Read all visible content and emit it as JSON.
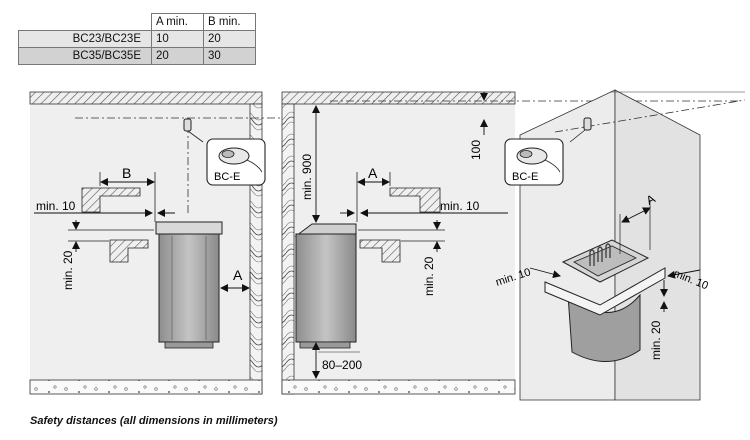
{
  "table": {
    "headers": [
      "A min.",
      "B min."
    ],
    "rows": [
      {
        "model": "BC23/BC23E",
        "a": "10",
        "b": "20"
      },
      {
        "model": "BC35/BC35E",
        "a": "20",
        "b": "30"
      }
    ]
  },
  "labels": {
    "b": "B",
    "a": "A",
    "min10": "min. 10",
    "min20": "min. 20",
    "min900": "min. 900",
    "d100": "100",
    "d80_200": "80–200",
    "bce": "BC-E"
  },
  "caption": "Safety distances (all dimensions in millimeters)",
  "icons": [
    "control-unit-icon"
  ],
  "colors": {
    "heater": "#a8a8a8",
    "wall": "#efefef",
    "line": "#222222"
  }
}
